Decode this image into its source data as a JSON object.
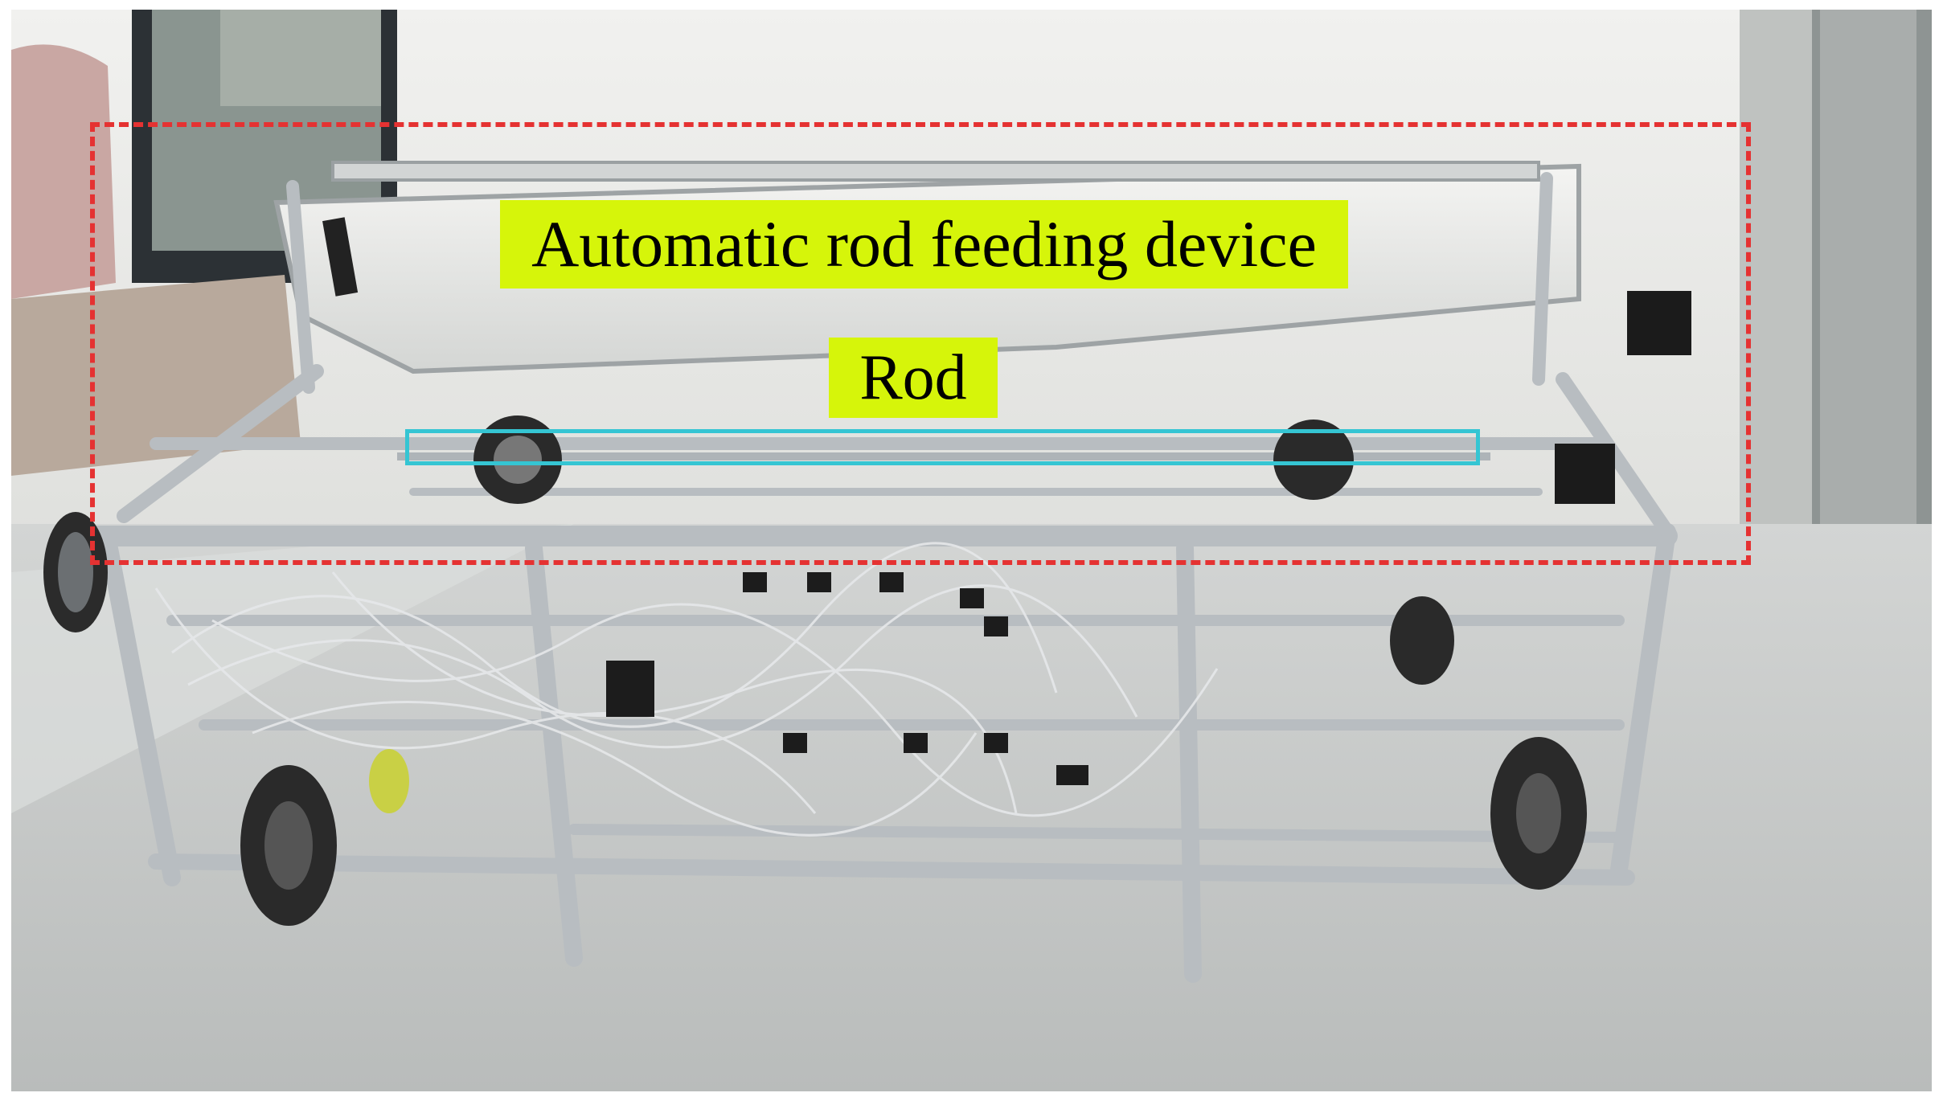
{
  "image": {
    "kind": "photograph",
    "subject": "rod-feeding-machine",
    "colors": {
      "label_background": "#d6f50a",
      "label_text": "#000000",
      "device_outline": "#e53232",
      "rod_outline": "#35c5d3",
      "frame": "#c4c8cc",
      "floor": "#c9cccb"
    }
  },
  "annotations": {
    "device_label": "Automatic rod feeding device",
    "rod_label": "Rod"
  }
}
